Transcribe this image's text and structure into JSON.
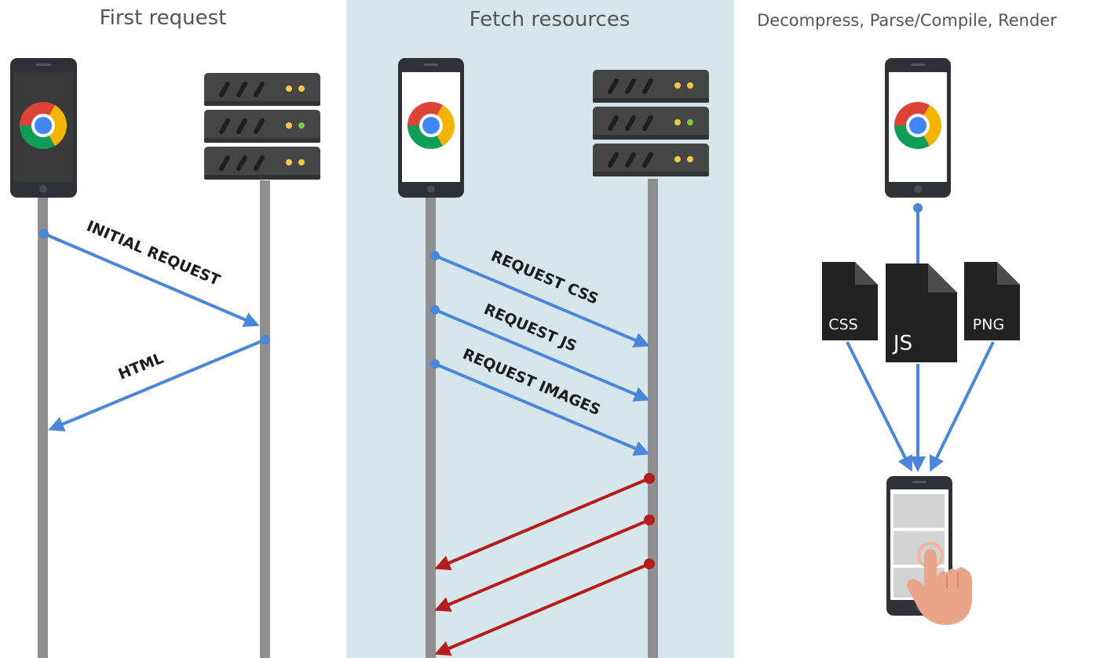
{
  "panels": [
    {
      "title": "First request"
    },
    {
      "title": "Fetch resources"
    },
    {
      "title": "Decompress, Parse/Compile, Render"
    }
  ],
  "first_request": {
    "request_label": "INITIAL REQUEST",
    "response_label": "HTML"
  },
  "fetch_resources": {
    "requests": [
      "REQUEST CSS",
      "REQUEST JS",
      "REQUEST IMAGES"
    ]
  },
  "render": {
    "files": [
      "CSS",
      "JS",
      "PNG"
    ]
  },
  "colors": {
    "request_arrow": "#4a86d9",
    "response_arrow": "#b51c1c",
    "middle_panel_bg": "#d7e6ea",
    "timeline": "#8f8f8f",
    "device": "#2f3136",
    "server": "#454545",
    "led_amber": "#f2c94c",
    "led_green": "#7ac943",
    "file": "#222222"
  }
}
